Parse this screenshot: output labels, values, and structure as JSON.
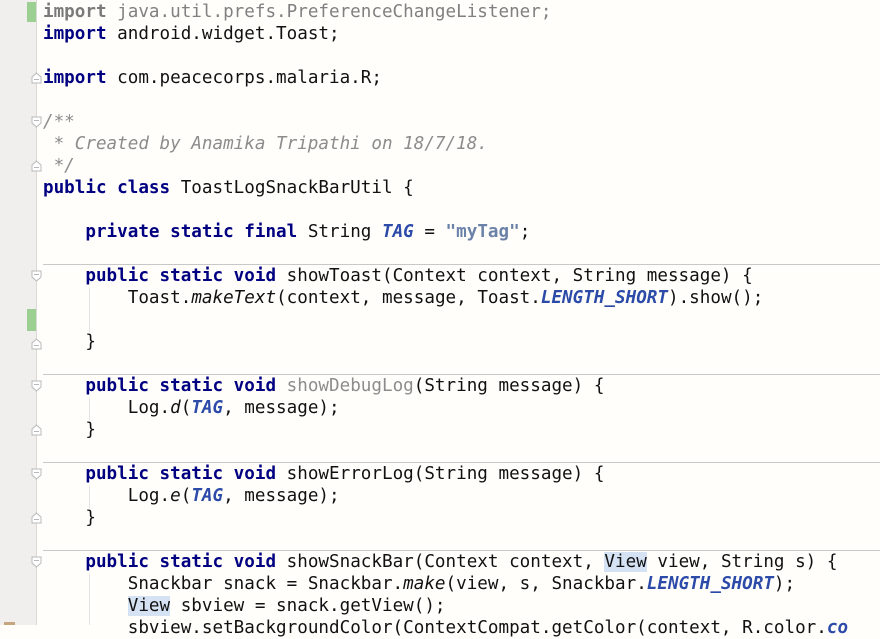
{
  "editor": {
    "file_class": "ToastLogSnackBarUtil",
    "colors": {
      "keyword": "#000080",
      "constant": "#2c4aa8",
      "string": "#6b82a8",
      "comment": "#8c8c8c",
      "added_marker": "#9ccf92",
      "modified_marker": "#c6a57f",
      "highlight": "#d5e2f3"
    },
    "lines": {
      "l1": {
        "kw": "import",
        "rest": " java.util.prefs.PreferenceChangeListener;"
      },
      "l2": {
        "kw": "import",
        "rest": " android.widget.Toast;"
      },
      "l4": {
        "kw": "import",
        "rest": " com.peacecorps.malaria.R;"
      },
      "l6": {
        "text": "/**"
      },
      "l7": {
        "text": " * Created by Anamika Tripathi on 18/7/18."
      },
      "l8": {
        "text": " */"
      },
      "l9": {
        "kw": "public class",
        "rest": " ToastLogSnackBarUtil {"
      },
      "l11": {
        "indent": "    ",
        "kw": "private static final",
        "type": " String ",
        "const": "TAG",
        "eq": " = ",
        "str": "\"myTag\"",
        "end": ";"
      },
      "l13": {
        "indent": "    ",
        "kw": "public static void",
        "rest": " showToast(Context context, String message) {"
      },
      "l14": {
        "indent": "        ",
        "a": "Toast.",
        "method": "makeText",
        "b": "(context, message, Toast.",
        "const": "LENGTH_SHORT",
        "c": ").show();"
      },
      "l16": {
        "indent": "    ",
        "text": "}"
      },
      "l18": {
        "indent": "    ",
        "kw": "public static void",
        "name": " showDebugLog",
        "rest": "(String message) {"
      },
      "l19": {
        "indent": "        ",
        "a": "Log.",
        "method": "d",
        "b": "(",
        "const": "TAG",
        "c": ", message);"
      },
      "l20": {
        "indent": "    ",
        "text": "}"
      },
      "l22": {
        "indent": "    ",
        "kw": "public static void",
        "rest": " showErrorLog(String message) {"
      },
      "l23": {
        "indent": "        ",
        "a": "Log.",
        "method": "e",
        "b": "(",
        "const": "TAG",
        "c": ", message);"
      },
      "l24": {
        "indent": "    ",
        "text": "}"
      },
      "l26": {
        "indent": "    ",
        "kw": "public static void",
        "a": " showSnackBar(Context context, ",
        "hl": "View",
        "b": " view, String s) {"
      },
      "l27": {
        "indent": "        ",
        "a": "Snackbar snack = Snackbar.",
        "method": "make",
        "b": "(view, s, Snackbar.",
        "const": "LENGTH_SHORT",
        "c": ");"
      },
      "l28": {
        "indent": "        ",
        "hl": "View",
        "rest": " sbview = snack.getView();"
      },
      "l29": {
        "indent": "        ",
        "rest": "sbview.setBackgroundColor(ContextCompat.getColor(context, R.color.",
        "const": "co"
      }
    }
  }
}
